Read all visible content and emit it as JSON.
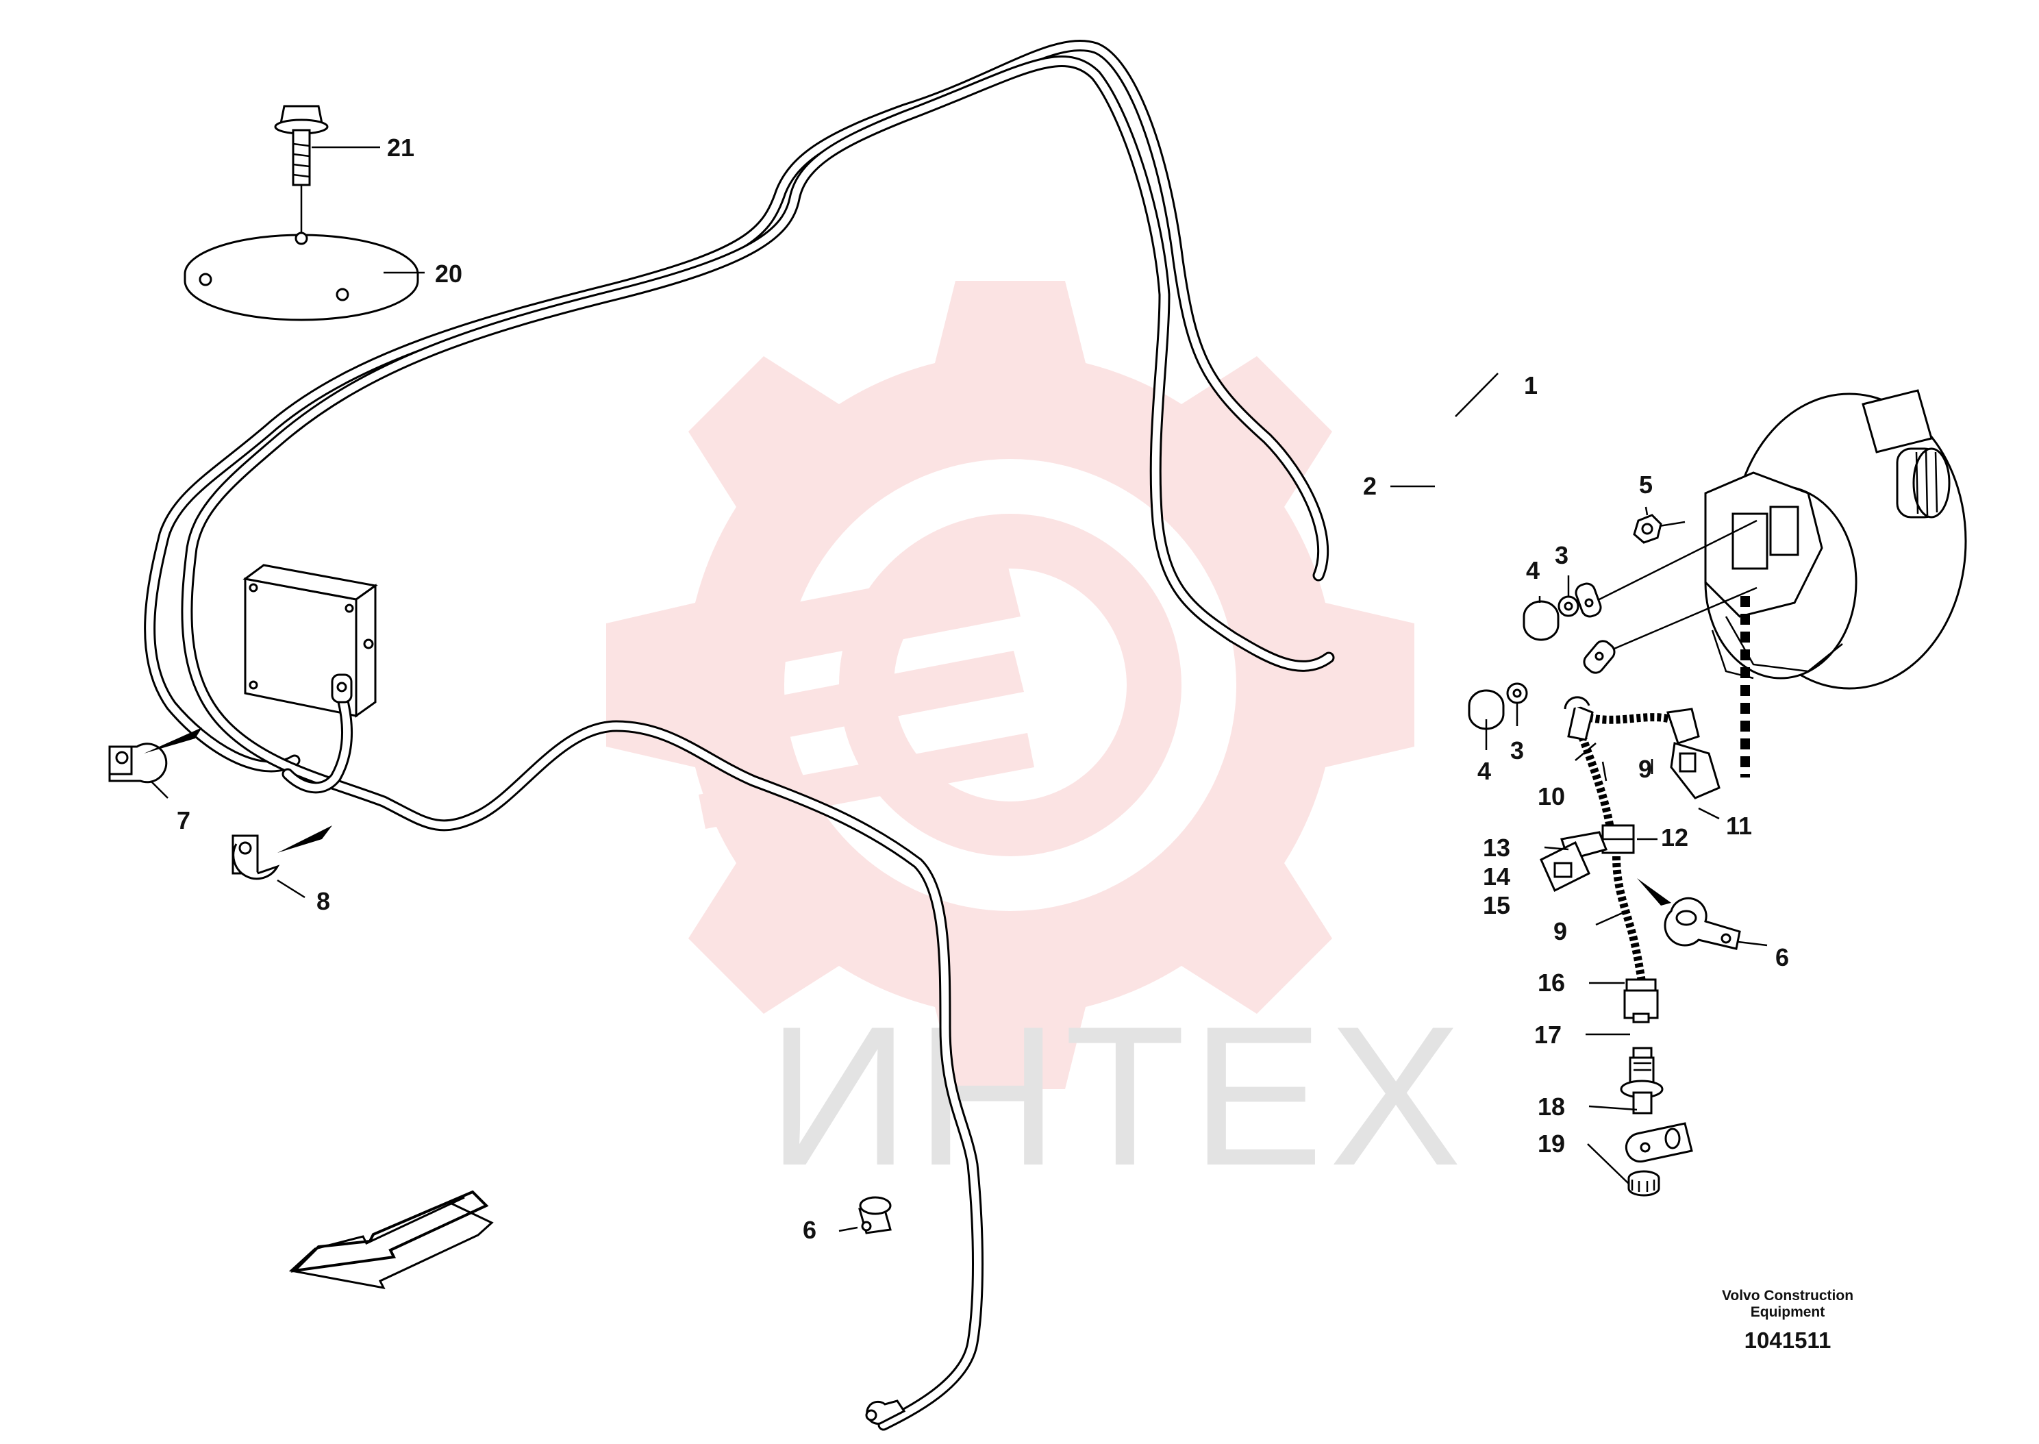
{
  "labels": {
    "l1": "1",
    "l2": "2",
    "l3a": "3",
    "l3b": "3",
    "l4a": "4",
    "l4b": "4",
    "l5": "5",
    "l6a": "6",
    "l6b": "6",
    "l7": "7",
    "l8": "8",
    "l9a": "9",
    "l9b": "9",
    "l10": "10",
    "l11": "11",
    "l12": "12",
    "l13": "13",
    "l14": "14",
    "l15": "15",
    "l16": "16",
    "l17": "17",
    "l18": "18",
    "l19": "19",
    "l20": "20",
    "l21": "21"
  },
  "credit": {
    "line1": "Volvo Construction",
    "line2": "Equipment",
    "code": "1041511"
  },
  "watermark": {
    "text": "ИНТЕХ",
    "color": "#fbe3e3"
  }
}
